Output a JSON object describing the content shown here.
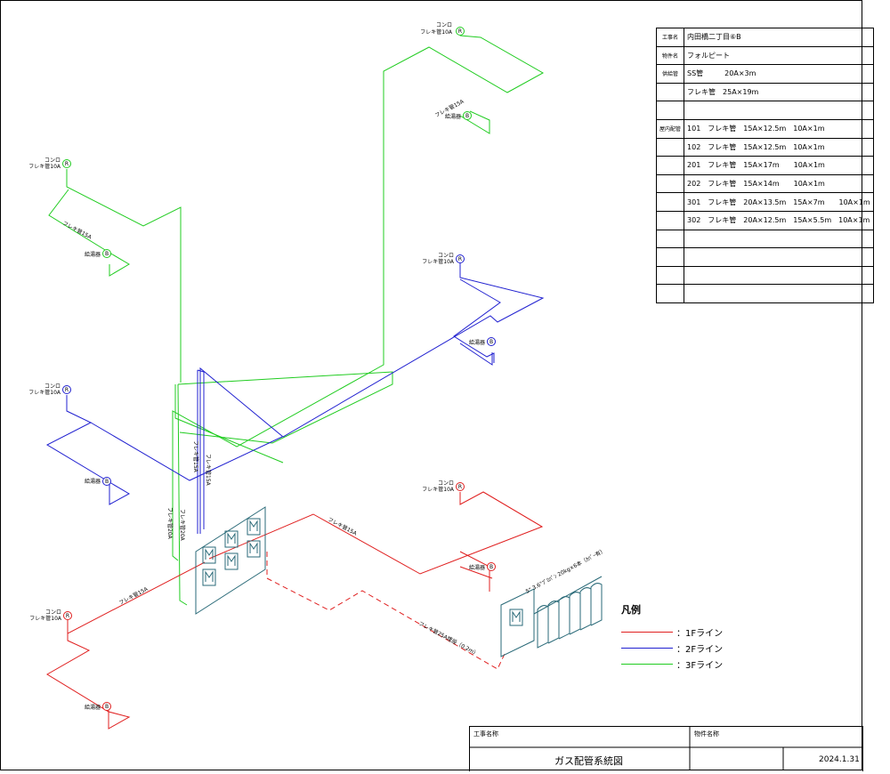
{
  "spec_table": {
    "rows": [
      {
        "key": "工事名",
        "value": "内田橋二丁目⑥B"
      },
      {
        "key": "物件名",
        "value": "フォルピート"
      },
      {
        "key": "供給管",
        "value": "SS管　　　20A×3m"
      },
      {
        "key": "",
        "value": "フレキ管　25A×19m"
      },
      {
        "key": "",
        "value": ""
      },
      {
        "key": "屋内配管",
        "value": "101　フレキ管　15A×12.5m　10A×1m"
      },
      {
        "key": "",
        "value": "102　フレキ管　15A×12.5m　10A×1m"
      },
      {
        "key": "",
        "value": "201　フレキ管　15A×17m　　10A×1m"
      },
      {
        "key": "",
        "value": "202　フレキ管　15A×14m　　10A×1m"
      },
      {
        "key": "",
        "value": "301　フレキ管　20A×13.5m　15A×7m　　10A×1m"
      },
      {
        "key": "",
        "value": "302　フレキ管　20A×12.5m　15A×5.5m　10A×1m"
      },
      {
        "key": "",
        "value": ""
      },
      {
        "key": "",
        "value": ""
      },
      {
        "key": "",
        "value": ""
      },
      {
        "key": "",
        "value": ""
      }
    ]
  },
  "diagram": {
    "labels": {
      "konro": "コンロ",
      "flex10": "フレキ管10A",
      "flex15": "フレキ管15A",
      "flex20": "フレキ管20A",
      "kyutoki": "給湯器",
      "supply": "フレキ管25A埋設（0.2m）",
      "cylinders": "5\" 3.6\"ﾌﾟﾛﾊﾟﾝ 20kg×6本（ｶﾊﾞｰ有）",
      "mark_r": "R",
      "mark_b": "B"
    }
  },
  "legend": {
    "title": "凡例",
    "items": [
      {
        "label": "：1Fライン",
        "color": "#e02020"
      },
      {
        "label": "：2Fライン",
        "color": "#2020d0"
      },
      {
        "label": "：3Fライン",
        "color": "#20cc20"
      }
    ]
  },
  "title_block": {
    "koji_label": "工事名称",
    "bukken_label": "物件名称",
    "drawing_title": "ガス配管系統図",
    "date": "2024.1.31"
  },
  "colors": {
    "line_1f": "#e02020",
    "line_2f": "#2020d0",
    "line_3f": "#20cc20",
    "equipment": "#2a6a78"
  }
}
